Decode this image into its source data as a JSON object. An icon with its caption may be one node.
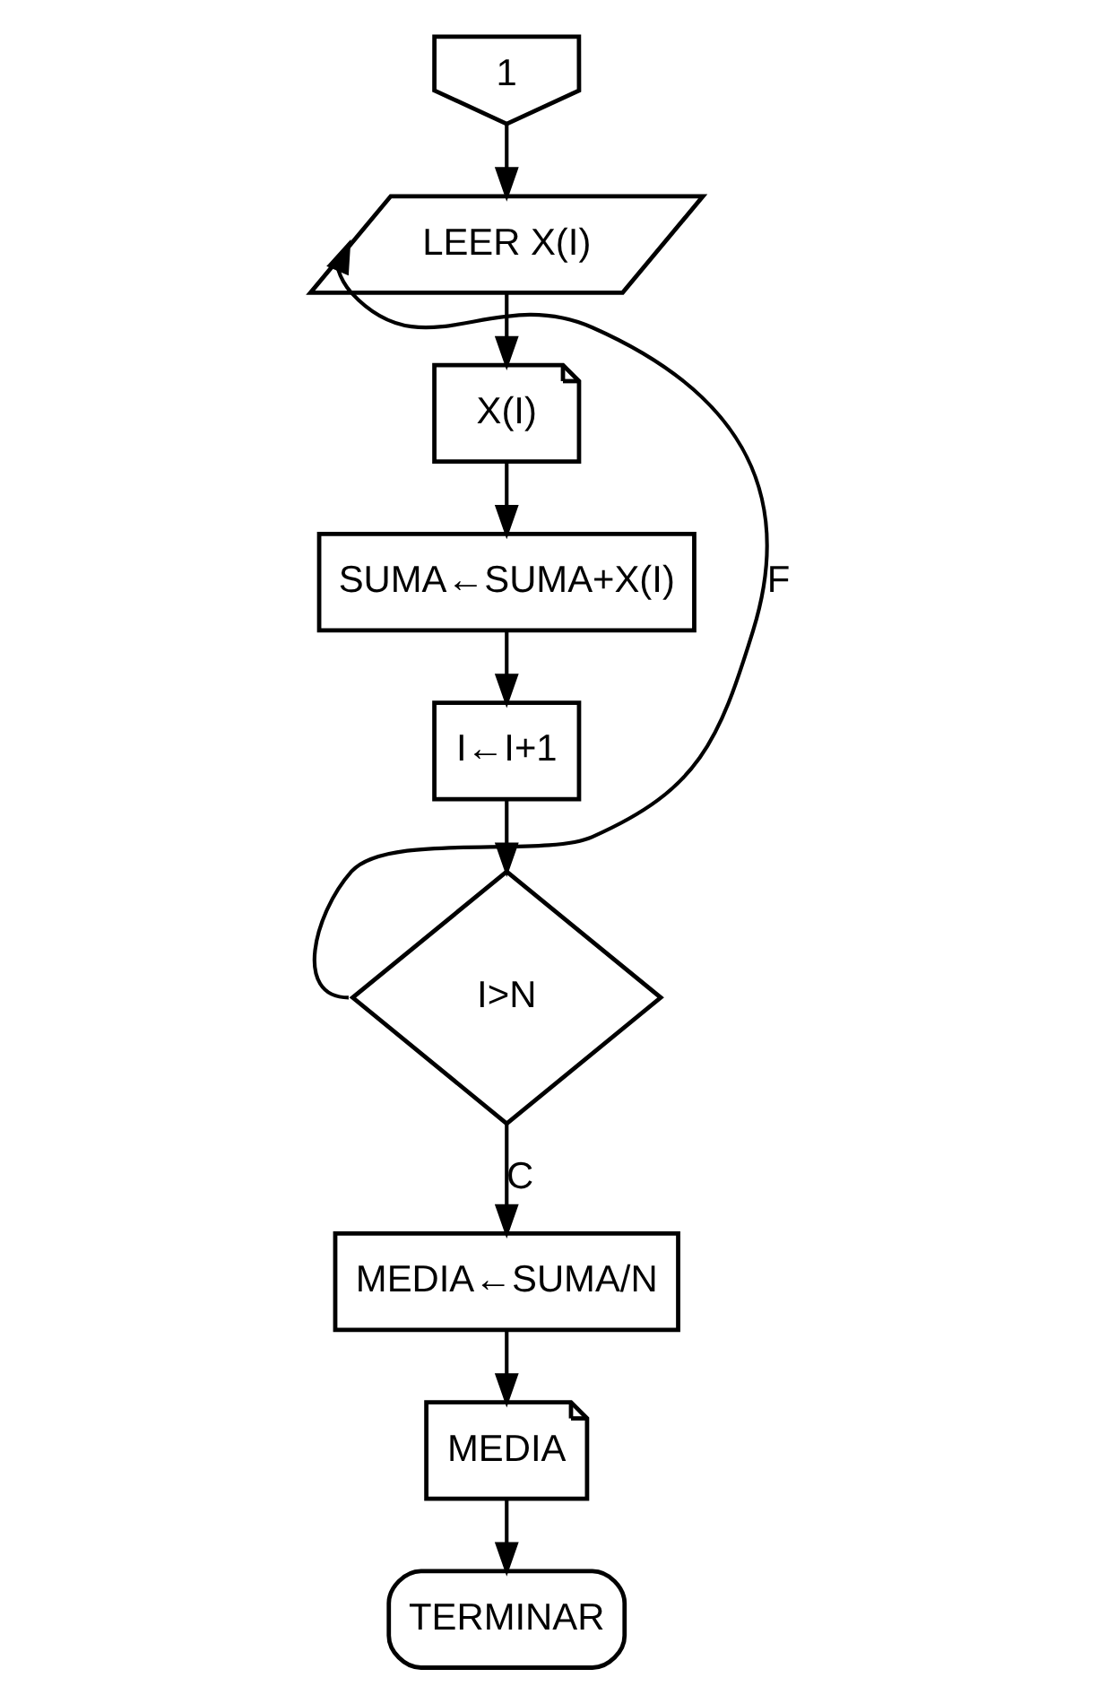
{
  "diagram": {
    "nodes": [
      {
        "text": [
          "1"
        ]
      },
      {
        "text": [
          "LEER X(I)"
        ]
      },
      {
        "text": [
          "X(I)"
        ]
      },
      {
        "text": [
          "SUMA←SUMA+X(I)"
        ]
      },
      {
        "text": [
          "I←I+1"
        ]
      },
      {
        "text": [
          "I>N"
        ]
      },
      {
        "text": [
          "MEDIA←SUMA/N"
        ]
      },
      {
        "text": [
          "MEDIA"
        ]
      },
      {
        "text": [
          "TERMINAR"
        ]
      }
    ],
    "edges": [
      {
        "from": 0,
        "to": 1,
        "arrow": "to"
      },
      {
        "from": 1,
        "to": 2,
        "arrow": "to"
      },
      {
        "from": 2,
        "to": 3,
        "arrow": "to"
      },
      {
        "from": 3,
        "to": 4,
        "arrow": "to"
      },
      {
        "from": 4,
        "to": 5,
        "arrow": "to"
      },
      {
        "from": 5,
        "to": 1,
        "arrow": "to",
        "label": "F"
      },
      {
        "from": 5,
        "to": 6,
        "arrow": "to",
        "label": "C"
      },
      {
        "from": 6,
        "to": 7,
        "arrow": "to"
      },
      {
        "from": 7,
        "to": 8,
        "arrow": "to"
      }
    ]
  }
}
